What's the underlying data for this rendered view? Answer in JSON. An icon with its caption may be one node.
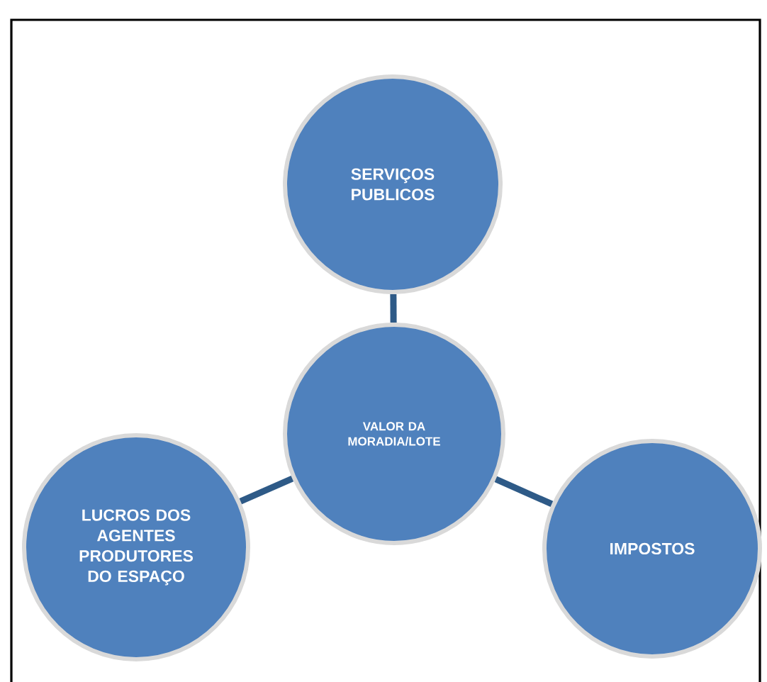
{
  "diagram": {
    "nodes": [
      {
        "text": [
          "SERVIÇOS PUBLICOS"
        ]
      },
      {
        "text": [
          "VALOR DA MORADIA/LOTE"
        ]
      },
      {
        "text": [
          "LUCROS DOS AGENTES PRODUTORES DO ESPAÇO"
        ]
      },
      {
        "text": [
          "IMPOSTOS"
        ]
      }
    ],
    "edges": [
      {
        "from": 1,
        "to": 0,
        "arrow": "none"
      },
      {
        "from": 1,
        "to": 2,
        "arrow": "none"
      },
      {
        "from": 1,
        "to": 3,
        "arrow": "none"
      }
    ]
  }
}
